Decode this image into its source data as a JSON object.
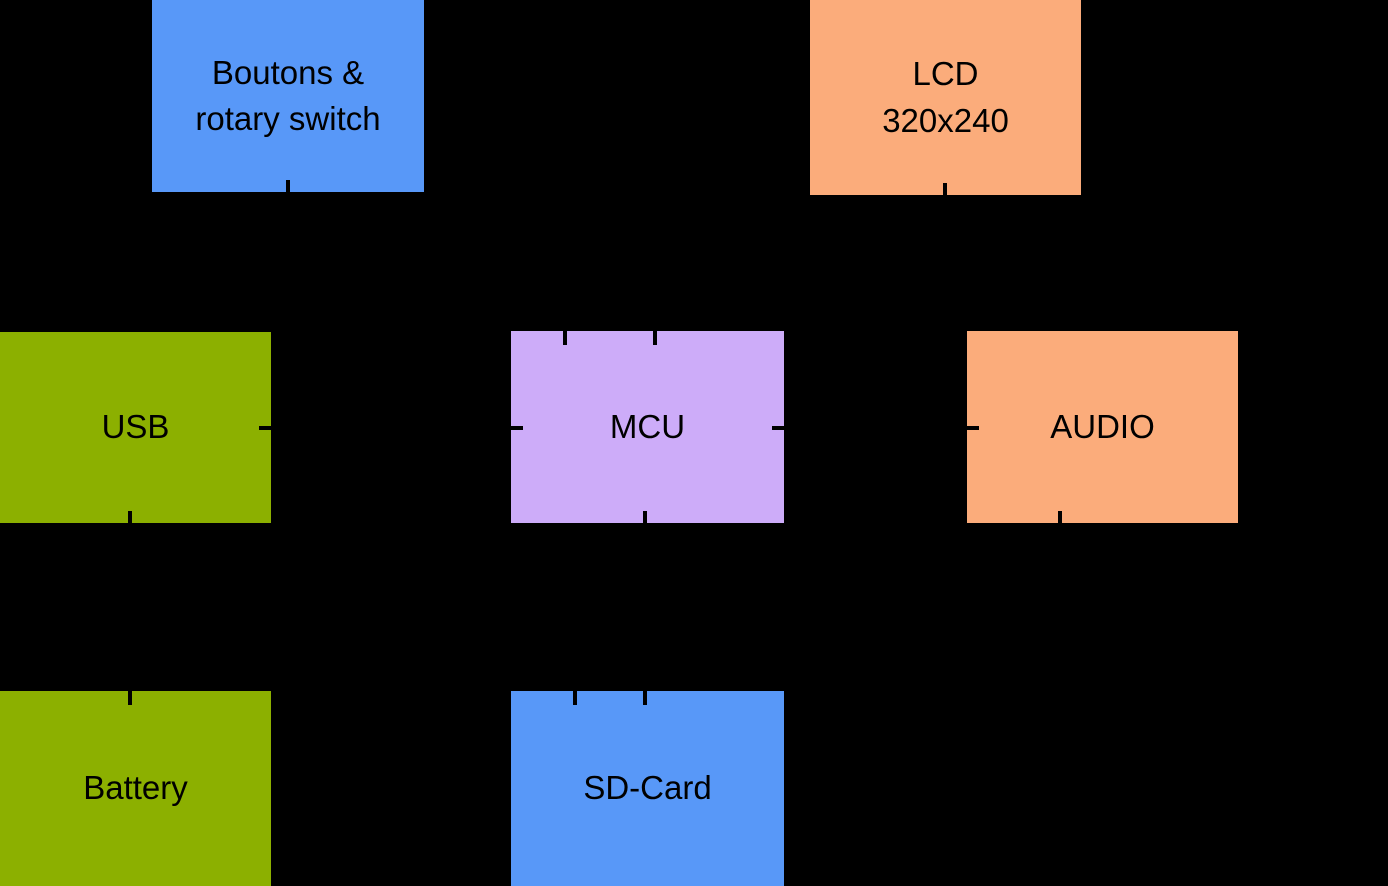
{
  "diagram": {
    "background_color": "#000000",
    "text_color": "#000000",
    "nodes": [
      {
        "id": "buttons-rotary",
        "label": "Boutons & rotary switch",
        "color": "#5898F8"
      },
      {
        "id": "lcd",
        "label": "LCD\n320x240",
        "color": "#FBAC7B"
      },
      {
        "id": "usb",
        "label": "USB",
        "color": "#8CB000"
      },
      {
        "id": "mcu",
        "label": "MCU",
        "color": "#CDACF9"
      },
      {
        "id": "audio",
        "label": "AUDIO",
        "color": "#FBAC7B"
      },
      {
        "id": "battery",
        "label": "Battery",
        "color": "#8CB000"
      },
      {
        "id": "sdcard",
        "label": "SD-Card",
        "color": "#5898F8"
      }
    ],
    "edges": [
      {
        "from": "buttons-rotary",
        "to": "mcu"
      },
      {
        "from": "lcd",
        "to": "mcu"
      },
      {
        "from": "usb",
        "to": "mcu"
      },
      {
        "from": "mcu",
        "to": "audio"
      },
      {
        "from": "mcu",
        "to": "sdcard"
      },
      {
        "from": "usb",
        "to": "battery"
      },
      {
        "from": "audio",
        "to": "sdcard"
      }
    ]
  }
}
